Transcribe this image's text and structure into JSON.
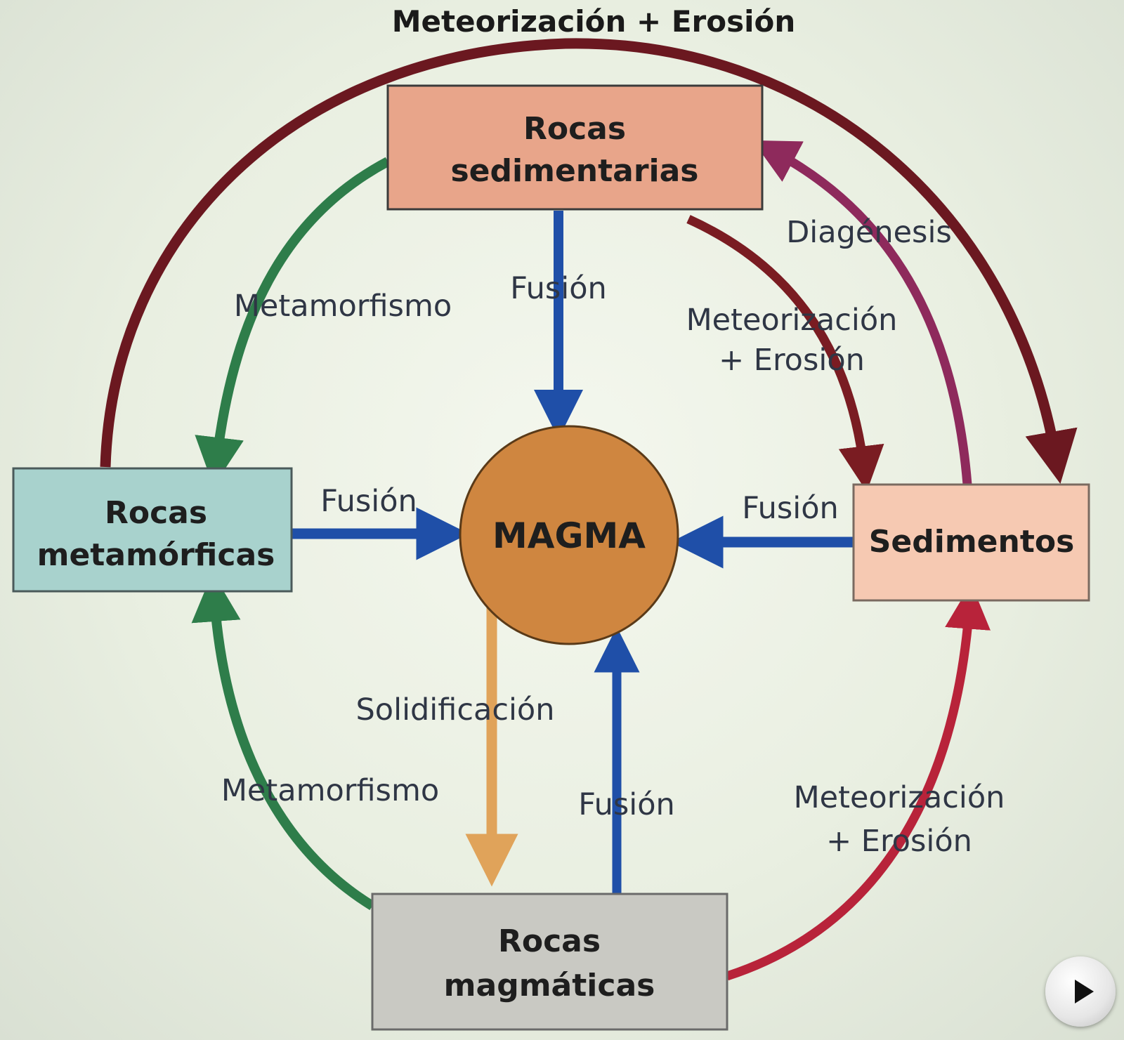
{
  "diagram": {
    "nodes": {
      "sedimentarias": {
        "line1": "Rocas",
        "line2": "sedimentarias",
        "fill": "#e8a58a"
      },
      "metamorficas": {
        "line1": "Rocas",
        "line2": "metamórficas",
        "fill": "#a8d2cd"
      },
      "sedimentos": {
        "line1": "Sedimentos",
        "fill": "#f6c9b2"
      },
      "magmaticas": {
        "line1": "Rocas",
        "line2": "magmáticas",
        "fill": "#c9c9c3"
      },
      "magma": {
        "label": "MAGMA",
        "fill": "#cf8640"
      }
    },
    "labels": {
      "outer_top": "Meteorización + Erosión",
      "metamorfismo_upper": "Metamorfismo",
      "fusion_top": "Fusión",
      "diagenesis": "Diagénesis",
      "meteorizacion_upper_line1": "Meteorización",
      "meteorizacion_upper_line2": "+ Erosión",
      "fusion_left": "Fusión",
      "fusion_right": "Fusión",
      "solidificacion": "Solidificación",
      "metamorfismo_lower": "Metamorfismo",
      "fusion_bottom": "Fusión",
      "meteorizacion_lower_line1": "Meteorización",
      "meteorizacion_lower_line2": "+ Erosión"
    },
    "colors": {
      "outer_arc": "#6b1820",
      "metamorfismo": "#2e7d4a",
      "fusion": "#1f4fa8",
      "diagenesis": "#8e2a5c",
      "meteorizacion_inner": "#7a1c22",
      "meteorizacion_lower": "#b8233a",
      "solidificacion": "#e0a35a"
    }
  },
  "controls": {
    "play_icon": "play-icon"
  }
}
